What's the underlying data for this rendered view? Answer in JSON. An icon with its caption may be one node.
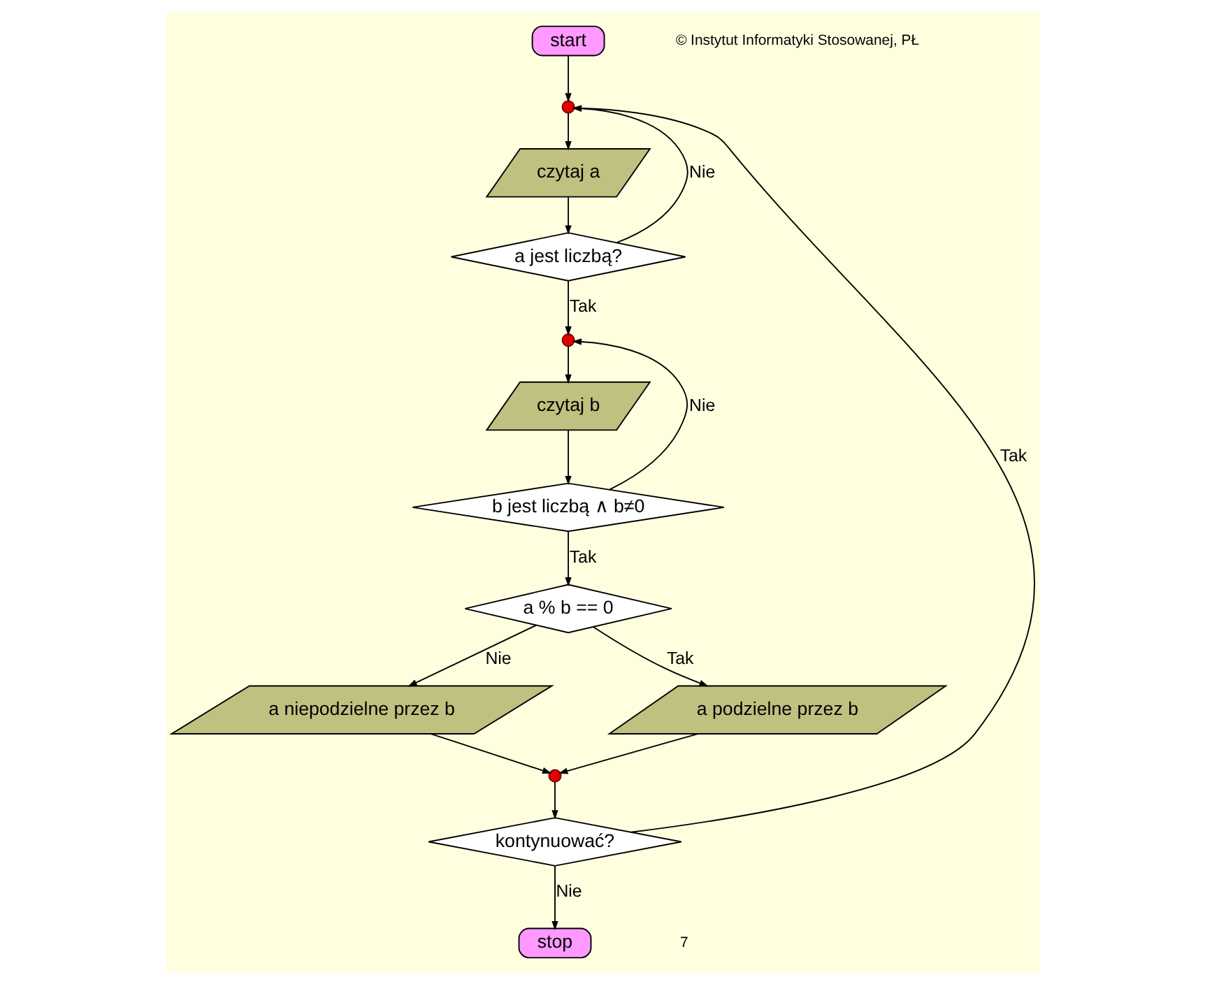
{
  "diagram": {
    "nodes": [
      {
        "text": [
          "start"
        ]
      },
      {
        "text": [],
        "shape": "circle"
      },
      {
        "text": [
          "czytaj a"
        ]
      },
      {
        "text": [
          "a jest liczbą?"
        ]
      },
      {
        "text": [],
        "shape": "circle"
      },
      {
        "text": [
          "czytaj b"
        ]
      },
      {
        "text": [
          "b jest liczbą ∧ b≠0"
        ]
      },
      {
        "text": [
          "a % b == 0"
        ]
      },
      {
        "text": [
          "a niepodzielne przez b"
        ]
      },
      {
        "text": [
          "a podzielne przez b"
        ]
      },
      {
        "text": [],
        "shape": "circle"
      },
      {
        "text": [
          "kontynuować?"
        ]
      },
      {
        "text": [
          "stop"
        ]
      }
    ],
    "edges": [
      {
        "from": 0,
        "to": 1,
        "arrow": "to"
      },
      {
        "from": 1,
        "to": 2,
        "arrow": "to"
      },
      {
        "from": 2,
        "to": 3,
        "arrow": "to"
      },
      {
        "from": 3,
        "to": 1,
        "arrow": "to",
        "label": "Nie"
      },
      {
        "from": 3,
        "to": 4,
        "arrow": "to",
        "label": "Tak"
      },
      {
        "from": 4,
        "to": 5,
        "arrow": "to"
      },
      {
        "from": 5,
        "to": 6,
        "arrow": "to"
      },
      {
        "from": 6,
        "to": 4,
        "arrow": "to",
        "label": "Nie"
      },
      {
        "from": 6,
        "to": 7,
        "arrow": "to",
        "label": "Tak"
      },
      {
        "from": 7,
        "to": 8,
        "arrow": "to",
        "label": "Nie"
      },
      {
        "from": 7,
        "to": 9,
        "arrow": "to",
        "label": "Tak"
      },
      {
        "from": 8,
        "to": 10,
        "arrow": "to"
      },
      {
        "from": 9,
        "to": 10,
        "arrow": "to"
      },
      {
        "from": 10,
        "to": 11,
        "arrow": "to"
      },
      {
        "from": 11,
        "to": 1,
        "arrow": "to",
        "label": "Tak"
      },
      {
        "from": 11,
        "to": 12,
        "arrow": "to",
        "label": "Nie"
      }
    ],
    "labels": [
      "© Instytut Informatyki Stosowanej, PŁ",
      "7"
    ]
  }
}
